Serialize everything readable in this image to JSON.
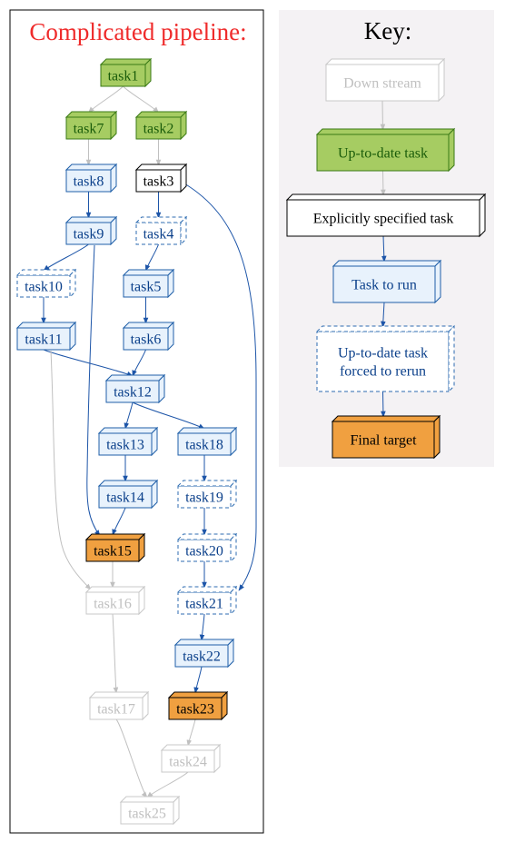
{
  "pipeline": {
    "title": "Complicated pipeline:",
    "title_color": "#ef2b2b",
    "nodes": [
      {
        "id": "task1",
        "label": "task1",
        "style": "uptodate"
      },
      {
        "id": "task7",
        "label": "task7",
        "style": "uptodate"
      },
      {
        "id": "task2",
        "label": "task2",
        "style": "uptodate"
      },
      {
        "id": "task8",
        "label": "task8",
        "style": "torun"
      },
      {
        "id": "task3",
        "label": "task3",
        "style": "explicit"
      },
      {
        "id": "task9",
        "label": "task9",
        "style": "torun"
      },
      {
        "id": "task4",
        "label": "task4",
        "style": "forced"
      },
      {
        "id": "task10",
        "label": "task10",
        "style": "forced"
      },
      {
        "id": "task5",
        "label": "task5",
        "style": "torun"
      },
      {
        "id": "task11",
        "label": "task11",
        "style": "torun"
      },
      {
        "id": "task6",
        "label": "task6",
        "style": "torun"
      },
      {
        "id": "task12",
        "label": "task12",
        "style": "torun"
      },
      {
        "id": "task13",
        "label": "task13",
        "style": "torun"
      },
      {
        "id": "task18",
        "label": "task18",
        "style": "torun"
      },
      {
        "id": "task14",
        "label": "task14",
        "style": "torun"
      },
      {
        "id": "task19",
        "label": "task19",
        "style": "forced"
      },
      {
        "id": "task15",
        "label": "task15",
        "style": "final"
      },
      {
        "id": "task20",
        "label": "task20",
        "style": "forced"
      },
      {
        "id": "task16",
        "label": "task16",
        "style": "downstream"
      },
      {
        "id": "task21",
        "label": "task21",
        "style": "forced"
      },
      {
        "id": "task22",
        "label": "task22",
        "style": "torun"
      },
      {
        "id": "task17",
        "label": "task17",
        "style": "downstream"
      },
      {
        "id": "task23",
        "label": "task23",
        "style": "final"
      },
      {
        "id": "task24",
        "label": "task24",
        "style": "downstream"
      },
      {
        "id": "task25",
        "label": "task25",
        "style": "downstream"
      }
    ],
    "edges": [
      {
        "from": "task1",
        "to": "task7",
        "style": "downstream"
      },
      {
        "from": "task1",
        "to": "task2",
        "style": "downstream"
      },
      {
        "from": "task7",
        "to": "task8",
        "style": "downstream"
      },
      {
        "from": "task2",
        "to": "task3",
        "style": "downstream"
      },
      {
        "from": "task8",
        "to": "task9",
        "style": "blue"
      },
      {
        "from": "task3",
        "to": "task4",
        "style": "blue"
      },
      {
        "from": "task3",
        "to": "task21",
        "style": "blue"
      },
      {
        "from": "task9",
        "to": "task10",
        "style": "blue"
      },
      {
        "from": "task9",
        "to": "task15",
        "style": "blue"
      },
      {
        "from": "task4",
        "to": "task5",
        "style": "blue"
      },
      {
        "from": "task10",
        "to": "task11",
        "style": "blue"
      },
      {
        "from": "task5",
        "to": "task6",
        "style": "blue"
      },
      {
        "from": "task11",
        "to": "task12",
        "style": "blue"
      },
      {
        "from": "task11",
        "to": "task16",
        "style": "downstream"
      },
      {
        "from": "task6",
        "to": "task12",
        "style": "blue"
      },
      {
        "from": "task12",
        "to": "task13",
        "style": "blue"
      },
      {
        "from": "task12",
        "to": "task18",
        "style": "blue"
      },
      {
        "from": "task13",
        "to": "task14",
        "style": "blue"
      },
      {
        "from": "task18",
        "to": "task19",
        "style": "blue"
      },
      {
        "from": "task14",
        "to": "task15",
        "style": "blue"
      },
      {
        "from": "task19",
        "to": "task20",
        "style": "blue"
      },
      {
        "from": "task15",
        "to": "task16",
        "style": "downstream"
      },
      {
        "from": "task20",
        "to": "task21",
        "style": "blue"
      },
      {
        "from": "task16",
        "to": "task17",
        "style": "downstream"
      },
      {
        "from": "task21",
        "to": "task22",
        "style": "blue"
      },
      {
        "from": "task22",
        "to": "task23",
        "style": "blue"
      },
      {
        "from": "task17",
        "to": "task25",
        "style": "downstream"
      },
      {
        "from": "task23",
        "to": "task24",
        "style": "downstream"
      },
      {
        "from": "task24",
        "to": "task25",
        "style": "downstream"
      }
    ]
  },
  "key": {
    "title": "Key:",
    "items": [
      {
        "id": "key-down-stream",
        "lines": [
          "Down stream"
        ],
        "style": "downstream"
      },
      {
        "id": "key-up-to-date-task",
        "lines": [
          "Up-to-date task"
        ],
        "style": "uptodate"
      },
      {
        "id": "key-explicitly-specified-task",
        "lines": [
          "Explicitly specified task"
        ],
        "style": "explicit"
      },
      {
        "id": "key-task-to-run",
        "lines": [
          "Task to run"
        ],
        "style": "torun"
      },
      {
        "id": "key-forced-to-rerun",
        "lines": [
          "Up-to-date task",
          "forced to rerun"
        ],
        "style": "forced"
      },
      {
        "id": "key-final-target",
        "lines": [
          "Final target"
        ],
        "style": "final"
      }
    ],
    "edges": [
      {
        "from": "key-down-stream",
        "to": "key-up-to-date-task",
        "style": "downstream"
      },
      {
        "from": "key-up-to-date-task",
        "to": "key-explicitly-specified-task",
        "style": "downstream"
      },
      {
        "from": "key-explicitly-specified-task",
        "to": "key-task-to-run",
        "style": "blue"
      },
      {
        "from": "key-task-to-run",
        "to": "key-forced-to-rerun",
        "style": "blue"
      },
      {
        "from": "key-forced-to-rerun",
        "to": "key-final-target",
        "style": "blue"
      }
    ]
  },
  "styles": {
    "downstream": {
      "fill": "#ffffff",
      "stroke": "#c8c8c8",
      "text": "#c0c0c0",
      "dashed": false
    },
    "uptodate": {
      "fill": "#a6cc62",
      "stroke": "#3a7a16",
      "text": "#1a5c0a",
      "dashed": false
    },
    "explicit": {
      "fill": "#ffffff",
      "stroke": "#000000",
      "text": "#000000",
      "dashed": false
    },
    "torun": {
      "fill": "#e8f2fc",
      "stroke": "#1f5fa8",
      "text": "#0a3f8a",
      "dashed": false
    },
    "forced": {
      "fill": "#ffffff",
      "stroke": "#2c6bb0",
      "text": "#0a3f8a",
      "dashed": true
    },
    "final": {
      "fill": "#f0a040",
      "stroke": "#000000",
      "text": "#000000",
      "dashed": false
    }
  },
  "edge_colors": {
    "downstream": "#c0c0c0",
    "blue": "#1d55a8"
  },
  "key_background": "#f4f2f4"
}
